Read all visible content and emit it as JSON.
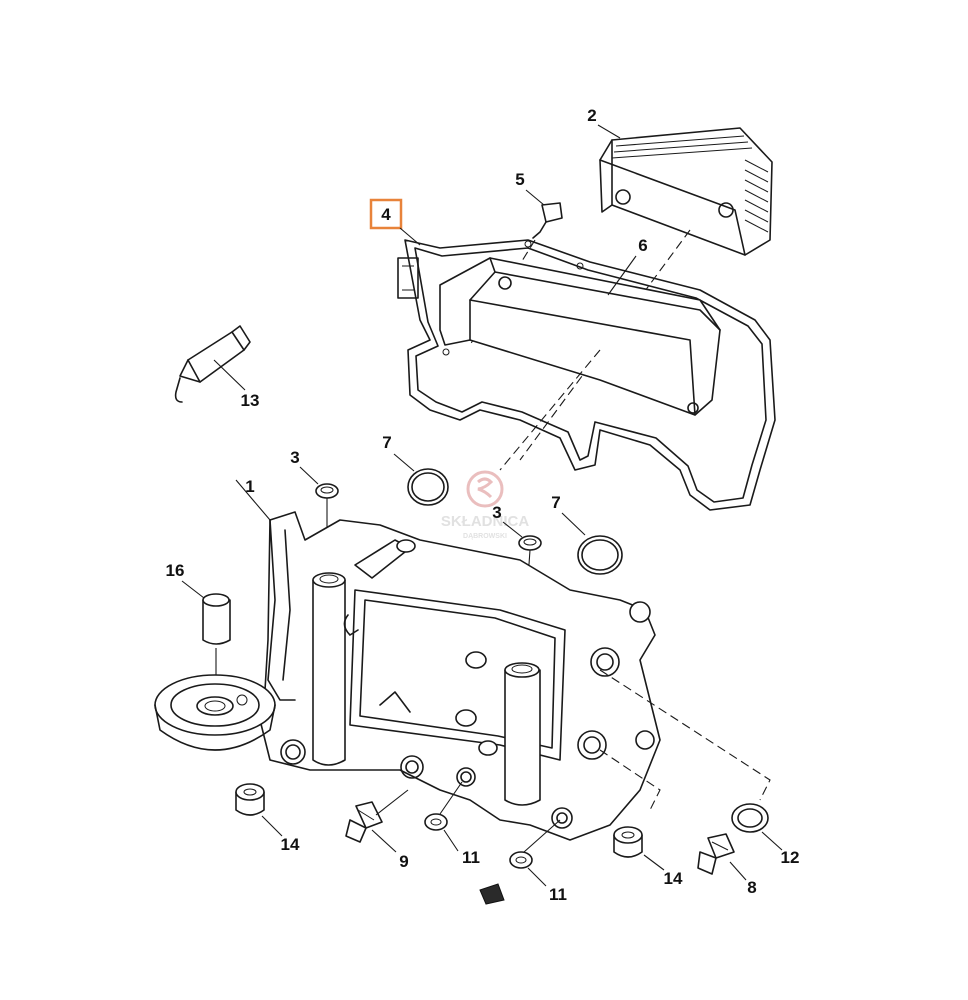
{
  "diagram": {
    "highlight_color": "#e8833a",
    "watermark": {
      "name": "SKŁADNICA",
      "sub": "DĄBROWSKI",
      "color": "#d98a8a"
    },
    "callouts": [
      {
        "id": "c1",
        "text": "1"
      },
      {
        "id": "c2",
        "text": "2"
      },
      {
        "id": "c3a",
        "text": "3"
      },
      {
        "id": "c3b",
        "text": "3"
      },
      {
        "id": "c4",
        "text": "4",
        "highlighted": true
      },
      {
        "id": "c5",
        "text": "5"
      },
      {
        "id": "c6",
        "text": "6"
      },
      {
        "id": "c7a",
        "text": "7"
      },
      {
        "id": "c7b",
        "text": "7"
      },
      {
        "id": "c8",
        "text": "8"
      },
      {
        "id": "c9",
        "text": "9"
      },
      {
        "id": "c11a",
        "text": "11"
      },
      {
        "id": "c11b",
        "text": "11"
      },
      {
        "id": "c12",
        "text": "12"
      },
      {
        "id": "c13",
        "text": "13"
      },
      {
        "id": "c14a",
        "text": "14"
      },
      {
        "id": "c14b",
        "text": "14"
      },
      {
        "id": "c16",
        "text": "16"
      }
    ]
  }
}
